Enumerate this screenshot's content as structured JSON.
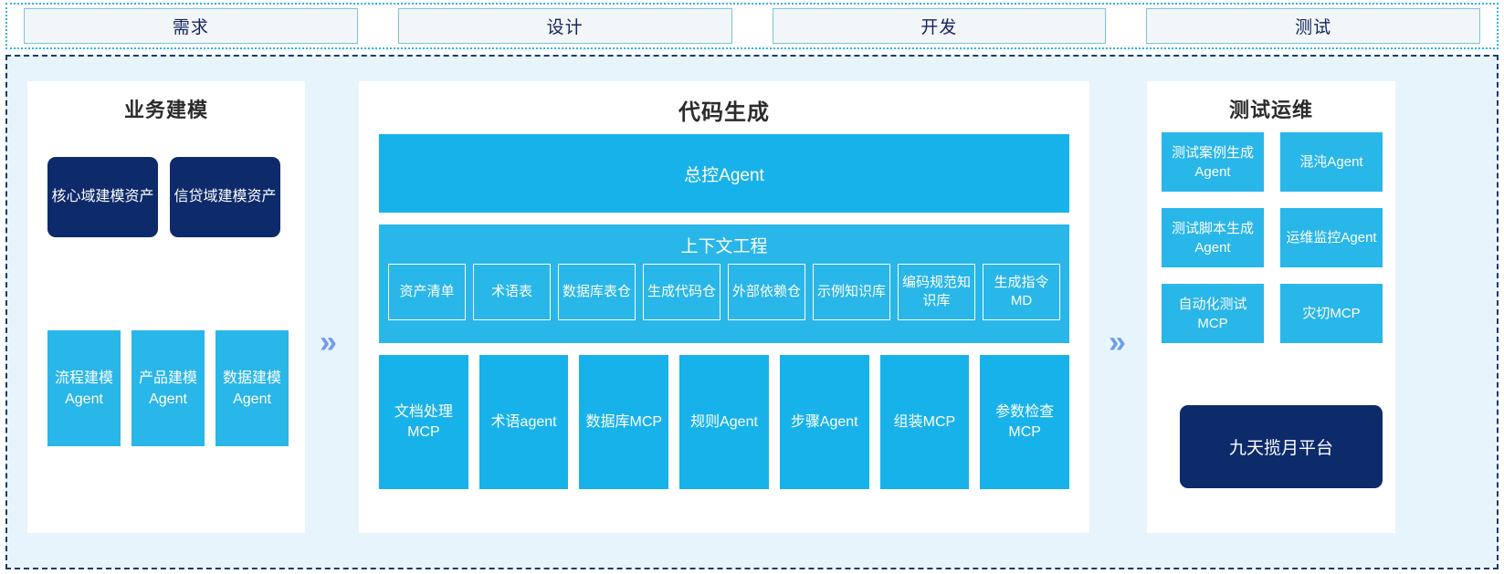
{
  "phases": {
    "items": [
      {
        "label": "需求"
      },
      {
        "label": "设计"
      },
      {
        "label": "开发"
      },
      {
        "label": "测试"
      }
    ]
  },
  "left_panel": {
    "title": "业务建模",
    "assets": [
      {
        "label": "核心域建模资产"
      },
      {
        "label": "信贷域建模资产"
      }
    ],
    "agents": [
      {
        "label": "流程建模Agent"
      },
      {
        "label": "产品建模Agent"
      },
      {
        "label": "数据建模Agent"
      }
    ]
  },
  "center_panel": {
    "title": "代码生成",
    "master_agent": "总控Agent",
    "context": {
      "title": "上下文工程",
      "items": [
        {
          "label": "资产清单"
        },
        {
          "label": "术语表"
        },
        {
          "label": "数据库表仓"
        },
        {
          "label": "生成代码仓"
        },
        {
          "label": "外部依赖仓"
        },
        {
          "label": "示例知识库"
        },
        {
          "label": "编码规范知识库"
        },
        {
          "label": "生成指令MD"
        }
      ]
    },
    "tools": [
      {
        "label": "文档处理MCP"
      },
      {
        "label": "术语agent"
      },
      {
        "label": "数据库MCP"
      },
      {
        "label": "规则Agent"
      },
      {
        "label": "步骤Agent"
      },
      {
        "label": "组装MCP"
      },
      {
        "label": "参数检查MCP"
      }
    ]
  },
  "right_panel": {
    "title": "测试运维",
    "items": [
      {
        "label": "测试案例生成Agent"
      },
      {
        "label": "混沌Agent"
      },
      {
        "label": "测试脚本生成Agent"
      },
      {
        "label": "运维监控Agent"
      },
      {
        "label": "自动化测试MCP"
      },
      {
        "label": "灾切MCP"
      }
    ],
    "platform": "九天揽月平台"
  },
  "flow": {
    "chevron_left": "»",
    "chevron_right": "»"
  },
  "colors": {
    "accent_cyan": "#29b6e8",
    "accent_cyan_dark": "#18b2ea",
    "navy": "#0d2a6b",
    "frame_bg": "#e8f4fc",
    "chevron": "#6f9ee8",
    "phase_border": "#7cc4d8",
    "phase_fill": "#f2f6f8"
  }
}
